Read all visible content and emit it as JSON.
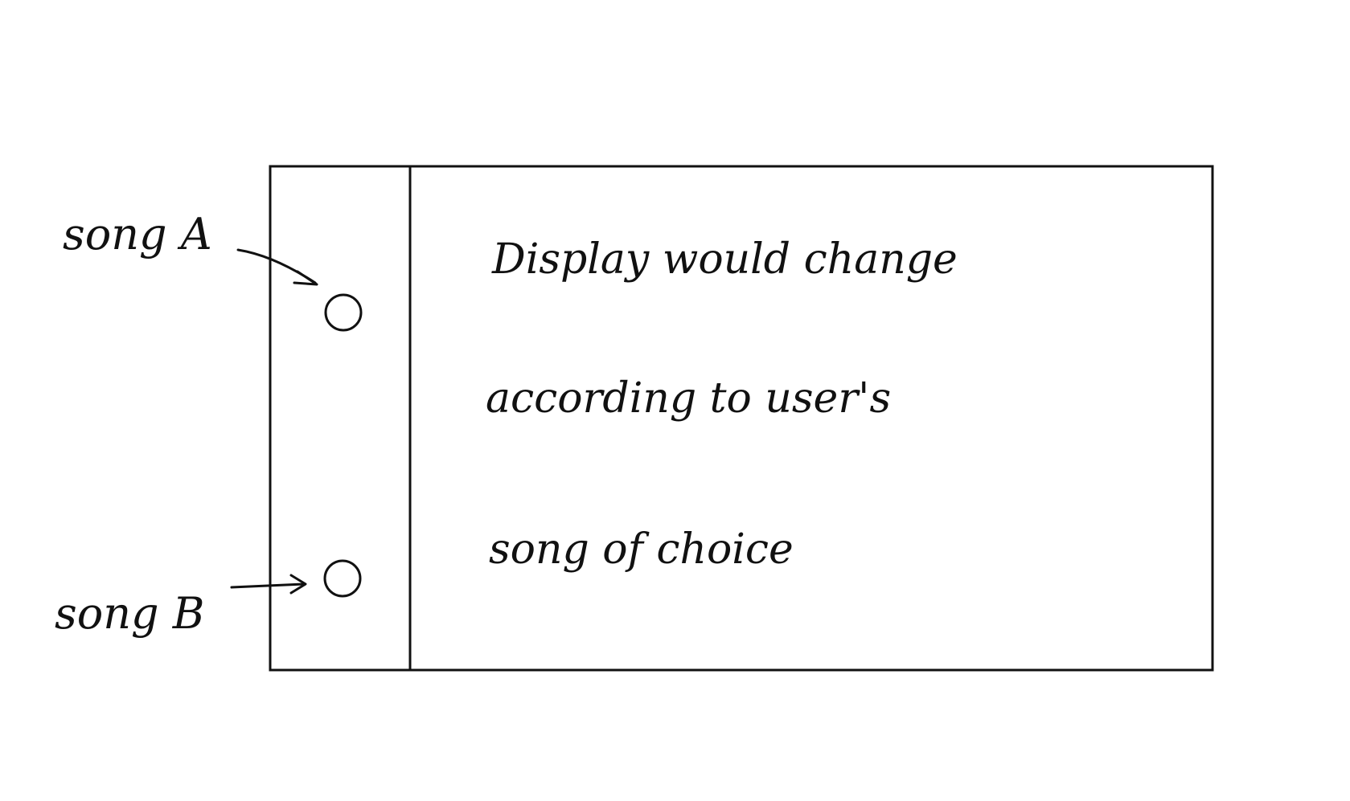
{
  "sketch": {
    "labels": {
      "song_a": "song A",
      "song_b": "song B"
    },
    "display_lines": [
      "Display would change",
      "according to user's",
      "song of choice"
    ],
    "colors": {
      "ink": "#111111",
      "background": "#ffffff"
    }
  }
}
